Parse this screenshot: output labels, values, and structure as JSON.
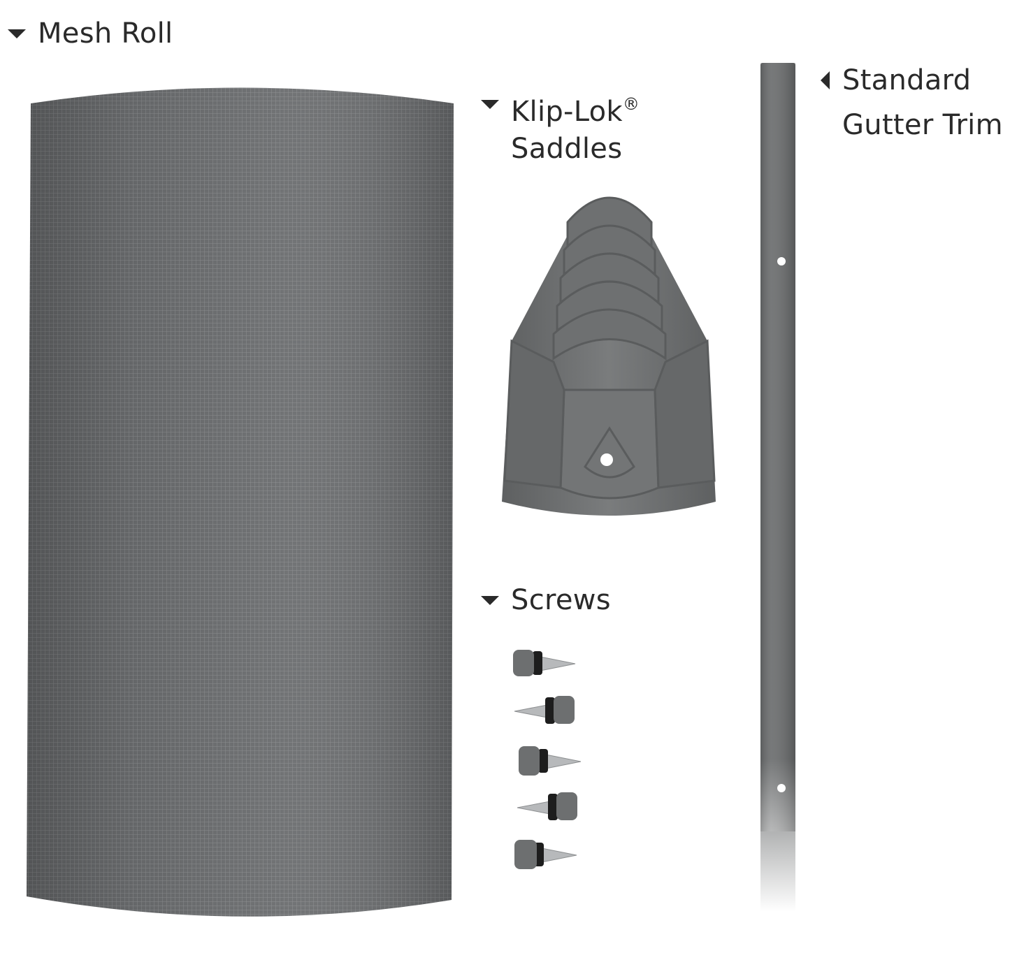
{
  "labels": {
    "mesh_roll": "Mesh Roll",
    "saddles_line1": "Klip-Lok",
    "saddles_reg": "®",
    "saddles_line2": "Saddles",
    "screws": "Screws",
    "trim_line1": "Standard",
    "trim_line2": "Gutter Trim"
  },
  "colors": {
    "product_gray": "#6b6d6e",
    "mesh_gray": "#6a6c6e",
    "text": "#2a2a2a",
    "background": "#ffffff"
  },
  "icons": {
    "pointer": "triangle-pointer-icon"
  }
}
